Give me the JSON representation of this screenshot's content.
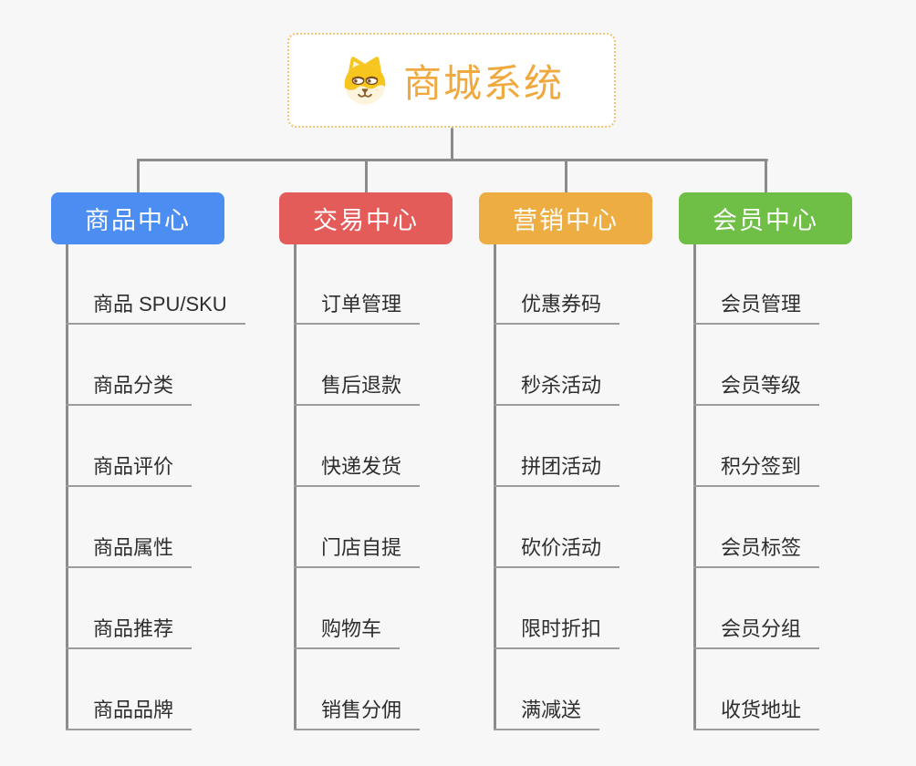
{
  "root": {
    "title": "商城系统",
    "icon": "dog-face-icon",
    "title_color": "#F0A93F",
    "border_color": "#F2C171"
  },
  "connector_color": "#8C8C8C",
  "branches": [
    {
      "label": "商品中心",
      "color": "#4C8DF2",
      "items": [
        "商品 SPU/SKU",
        "商品分类",
        "商品评价",
        "商品属性",
        "商品推荐",
        "商品品牌"
      ]
    },
    {
      "label": "交易中心",
      "color": "#E45C59",
      "items": [
        "订单管理",
        "售后退款",
        "快递发货",
        "门店自提",
        "购物车",
        "销售分佣"
      ]
    },
    {
      "label": "营销中心",
      "color": "#EDAD42",
      "items": [
        "优惠券码",
        "秒杀活动",
        "拼团活动",
        "砍价活动",
        "限时折扣",
        "满减送"
      ]
    },
    {
      "label": "会员中心",
      "color": "#6FBE45",
      "items": [
        "会员管理",
        "会员等级",
        "积分签到",
        "会员标签",
        "会员分组",
        "收货地址"
      ]
    }
  ]
}
